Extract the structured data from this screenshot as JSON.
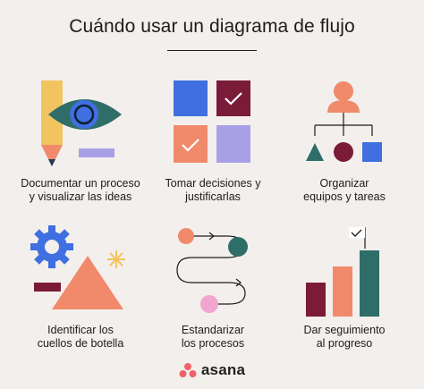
{
  "title": "Cuándo usar un diagrama de flujo",
  "items": [
    {
      "line1": "Documentar un proceso",
      "line2": "y visualizar las ideas"
    },
    {
      "line1": "Tomar decisiones y",
      "line2": "justificarlas"
    },
    {
      "line1": "Organizar",
      "line2": "equipos y tareas"
    },
    {
      "line1": "Identificar los",
      "line2": "cuellos de botella"
    },
    {
      "line1": "Estandarizar",
      "line2": "los procesos"
    },
    {
      "line1": "Dar seguimiento",
      "line2": "al progreso"
    }
  ],
  "brand": "asana",
  "colors": {
    "background": "#f3efec",
    "yellow": "#f2c45f",
    "salmon": "#f08a6a",
    "teal": "#2f6e68",
    "blue": "#3f6fe0",
    "burgundy": "#7a1b3a",
    "lavender": "#a8a0e6",
    "pink": "#f0a6d0"
  }
}
